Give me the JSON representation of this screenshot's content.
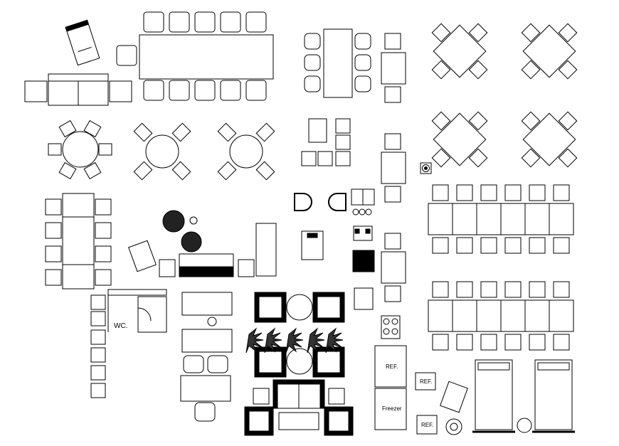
{
  "labels": {
    "wc": "WC.",
    "ref_large": "REF.",
    "freezer": "Freezer",
    "ref_small_top": "REF.",
    "ref_small_bottom": "REF."
  },
  "colors": {
    "stroke": "#000000",
    "background": "#ffffff"
  }
}
